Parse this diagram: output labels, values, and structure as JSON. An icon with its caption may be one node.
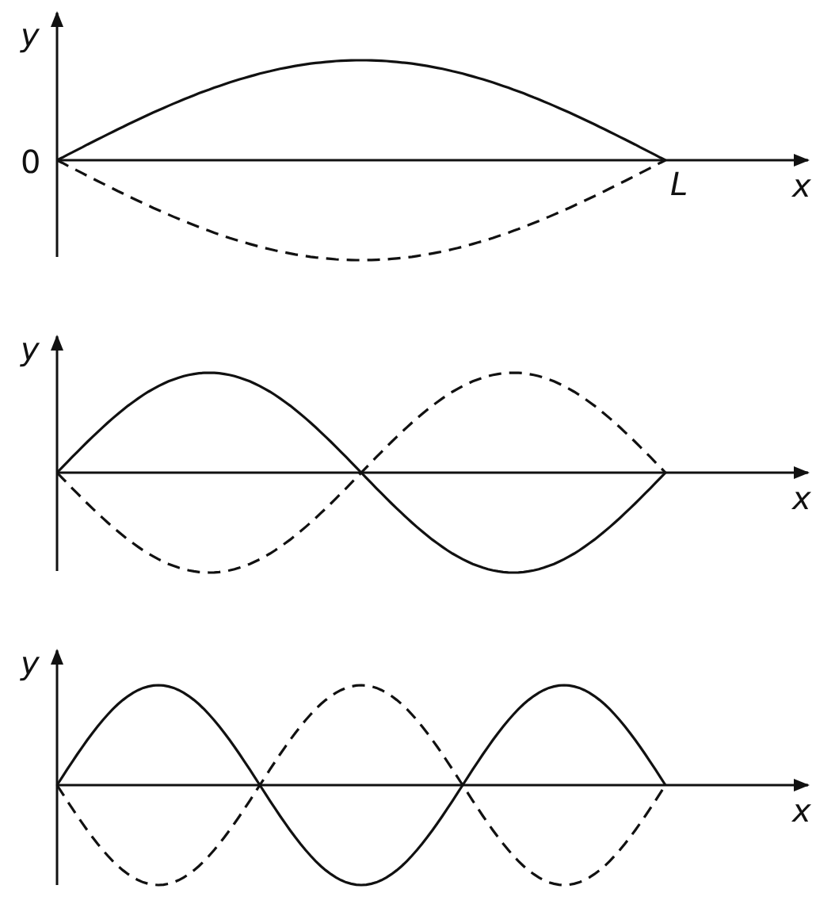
{
  "diagram": {
    "labels": [
      "y",
      "0",
      "L",
      "x",
      "y",
      "x",
      "y",
      "x"
    ]
  }
}
